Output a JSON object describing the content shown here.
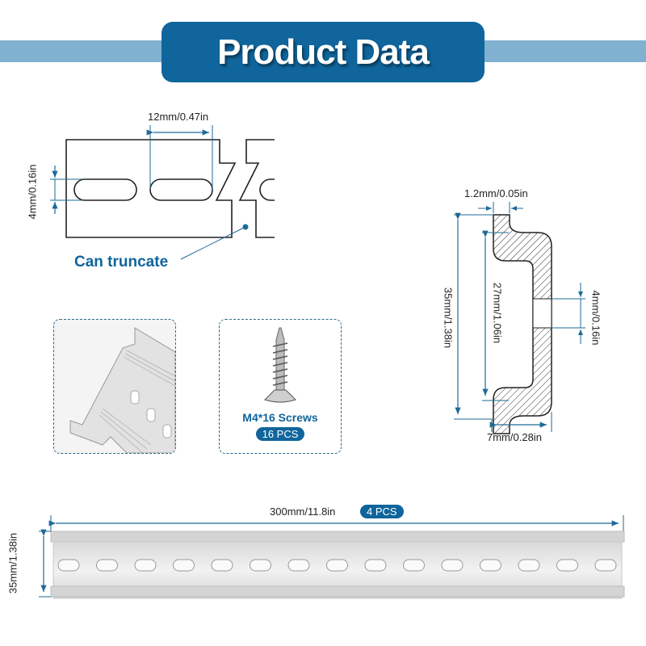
{
  "header": {
    "title": "Product Data"
  },
  "colors": {
    "brand": "#0f659c",
    "band": "#80b1d1",
    "dim_line": "#1e6a96",
    "outline": "#222222"
  },
  "slot_diagram": {
    "slot_pitch_label": "12mm/0.47in",
    "slot_height_label": "4mm/0.16in",
    "callout_label": "Can truncate"
  },
  "profile_diagram": {
    "thickness_label": "1.2mm/0.05in",
    "total_height_label": "35mm/1.38in",
    "inner_height_label": "27mm/1.06in",
    "slot_height_label": "4mm/0.16in",
    "depth_label": "7mm/0.28in"
  },
  "detail_card": {
    "icon": "rail-closeup-photo"
  },
  "screw_card": {
    "icon": "screw-photo",
    "name": "M4*16 Screws",
    "qty": "16 PCS"
  },
  "rail_photo": {
    "length_label": "300mm/11.8in",
    "qty": "4 PCS",
    "height_label": "35mm/1.38in",
    "slot_count": 15
  }
}
